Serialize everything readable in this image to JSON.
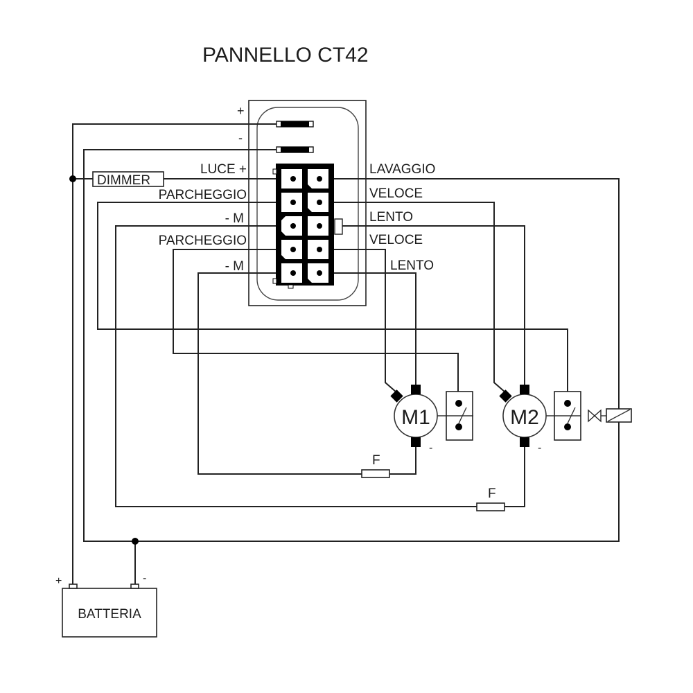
{
  "title": "PANNELLO CT42",
  "panel": {
    "power_terminals": [
      {
        "label": "+"
      },
      {
        "label": "-"
      }
    ],
    "left_pins": [
      {
        "label": "LUCE +"
      },
      {
        "label": "PARCHEGGIO"
      },
      {
        "label": "- M"
      },
      {
        "label": "PARCHEGGIO"
      },
      {
        "label": "- M"
      }
    ],
    "right_pins": [
      {
        "label": "LAVAGGIO"
      },
      {
        "label": "VELOCE"
      },
      {
        "label": "LENTO"
      },
      {
        "label": "VELOCE"
      },
      {
        "label": "LENTO"
      }
    ]
  },
  "dimmer": {
    "label": "DIMMER"
  },
  "motors": [
    {
      "label": "M1",
      "minus": "-"
    },
    {
      "label": "M2",
      "minus": "-"
    }
  ],
  "fuses": [
    {
      "label": "F"
    },
    {
      "label": "F"
    }
  ],
  "battery": {
    "label": "BATTERIA",
    "plus": "+",
    "minus": "-"
  }
}
